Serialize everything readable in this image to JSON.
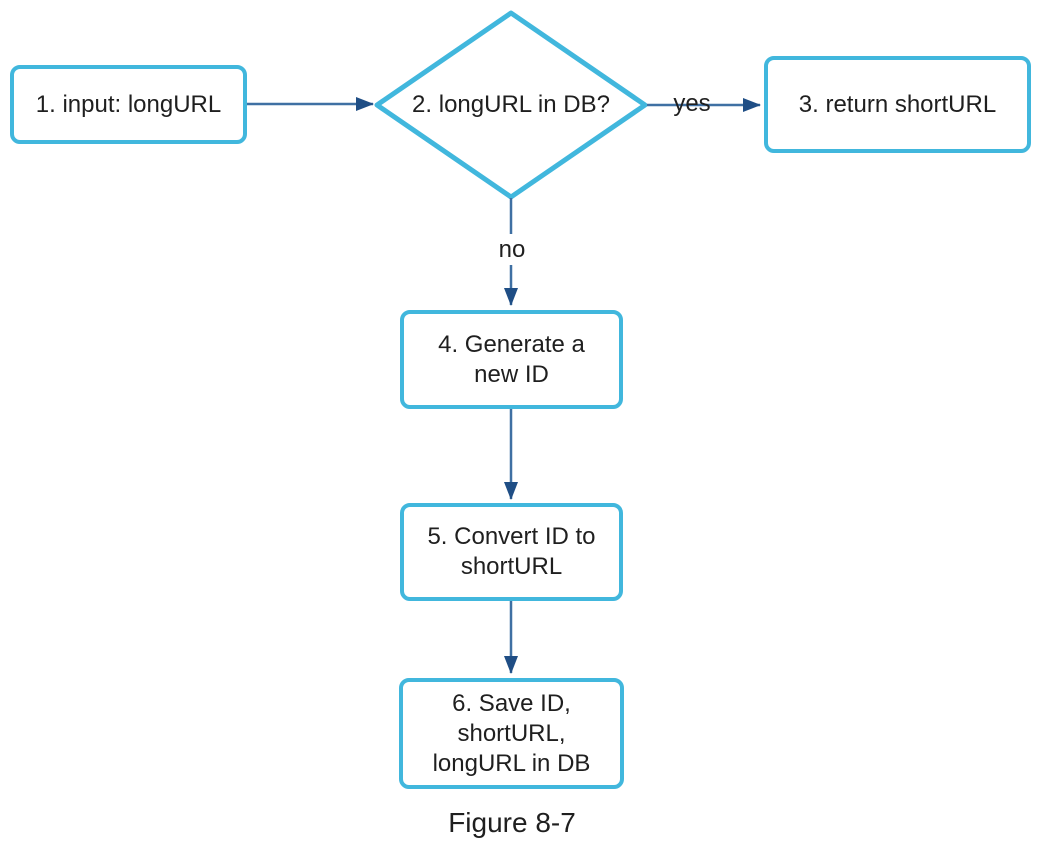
{
  "figure": {
    "caption": "Figure 8-7",
    "colors": {
      "node_border": "#41b7dd",
      "arrow_line": "#3f70a3",
      "arrow_head": "#1f4e85",
      "text": "#1f1f1f",
      "background": "#ffffff"
    },
    "nodes": [
      {
        "id": 1,
        "shape": "rect",
        "label": "1. input: longURL"
      },
      {
        "id": 2,
        "shape": "diamond",
        "label": "2. longURL in DB?"
      },
      {
        "id": 3,
        "shape": "rect",
        "label": "3. return shortURL"
      },
      {
        "id": 4,
        "shape": "rect",
        "label": "4. Generate a new ID"
      },
      {
        "id": 5,
        "shape": "rect",
        "label": "5. Convert ID to shortURL"
      },
      {
        "id": 6,
        "shape": "rect",
        "label": "6. Save ID, shortURL, longURL in DB"
      }
    ],
    "edges": [
      {
        "from": 1,
        "to": 2,
        "label": ""
      },
      {
        "from": 2,
        "to": 3,
        "label": "yes"
      },
      {
        "from": 2,
        "to": 4,
        "label": "no"
      },
      {
        "from": 4,
        "to": 5,
        "label": ""
      },
      {
        "from": 5,
        "to": 6,
        "label": ""
      }
    ]
  }
}
